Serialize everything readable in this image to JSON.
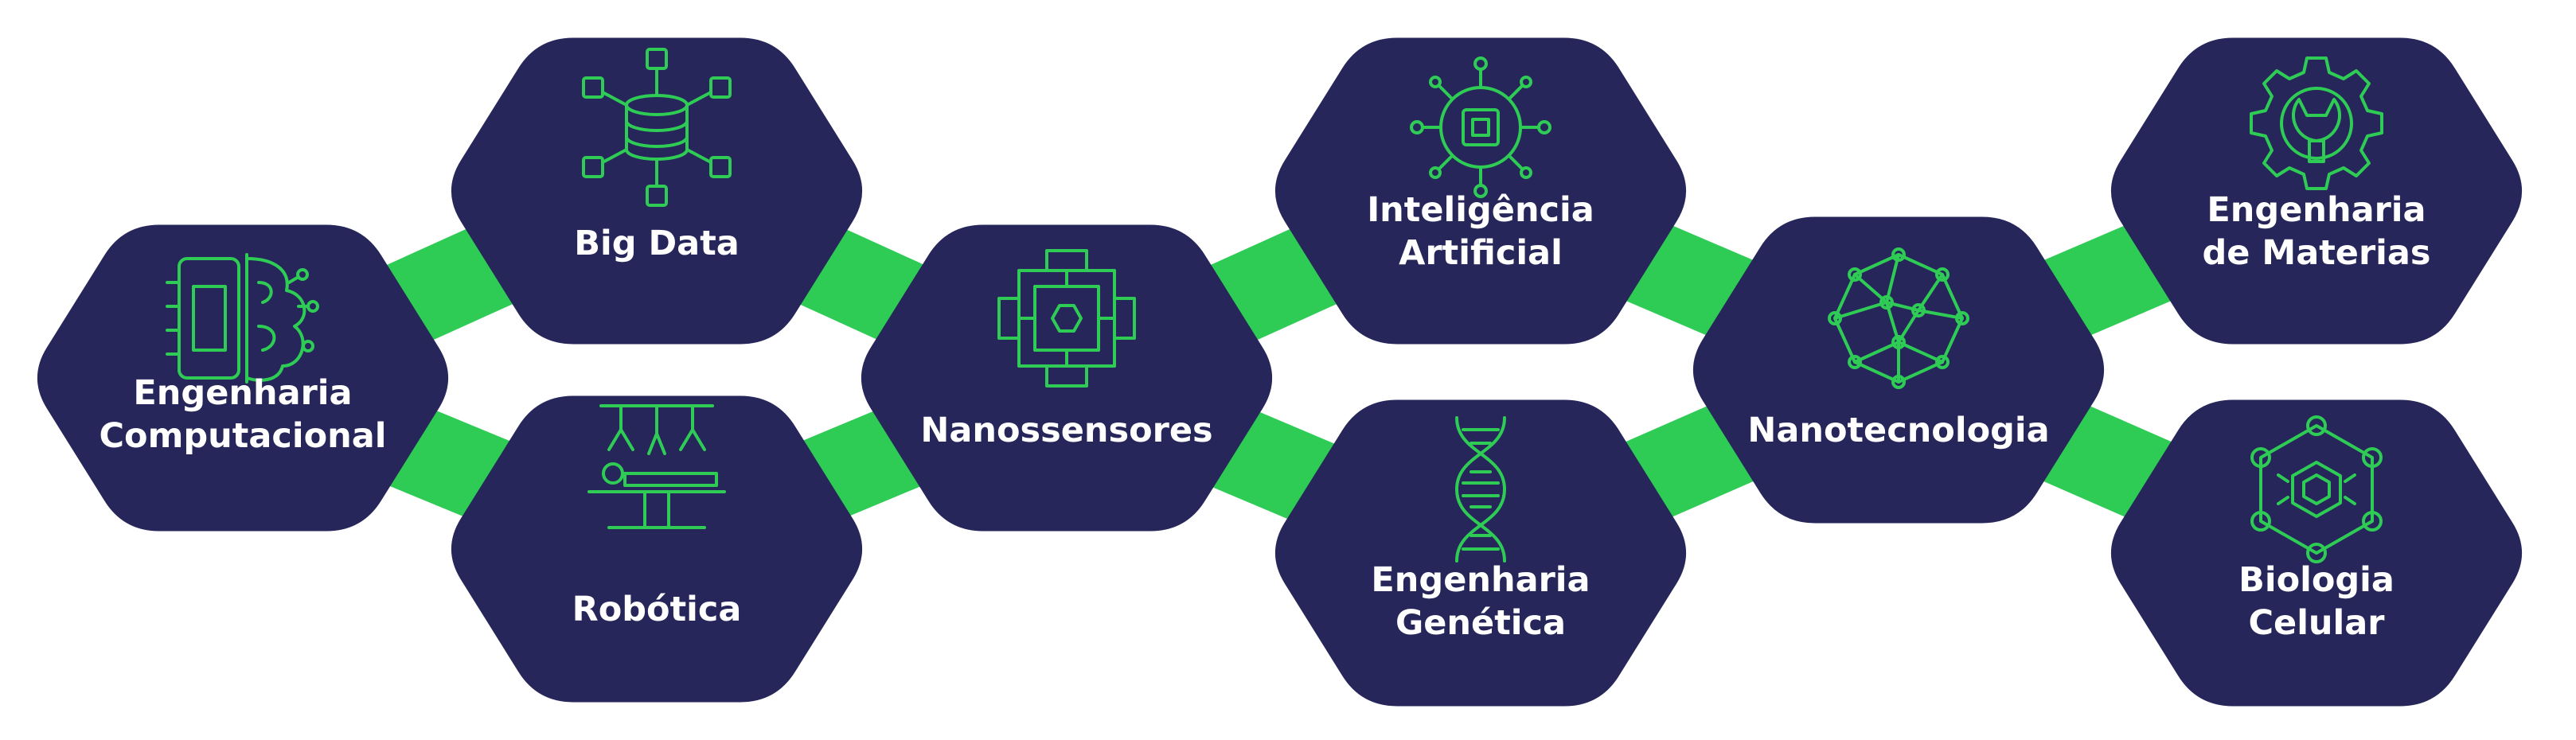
{
  "colors": {
    "hexagon": "#26265a",
    "accent": "#2ecc55",
    "text": "#ffffff",
    "background": "#ffffff"
  },
  "nodes": [
    {
      "id": "engenharia-computacional",
      "label_lines": [
        "Engenharia",
        "Computacional"
      ],
      "icon": "chip-brain-icon"
    },
    {
      "id": "big-data",
      "label_lines": [
        "Big Data"
      ],
      "icon": "database-network-icon"
    },
    {
      "id": "robotica",
      "label_lines": [
        "Robótica"
      ],
      "icon": "robotic-surgery-icon"
    },
    {
      "id": "nanossensores",
      "label_lines": [
        "Nanossensores"
      ],
      "icon": "nanosensor-grid-icon"
    },
    {
      "id": "inteligencia-artificial",
      "label_lines": [
        "Inteligência",
        "Artificial"
      ],
      "icon": "ai-chip-icon"
    },
    {
      "id": "engenharia-genetica",
      "label_lines": [
        "Engenharia",
        "Genética"
      ],
      "icon": "dna-icon"
    },
    {
      "id": "nanotecnologia",
      "label_lines": [
        "Nanotecnologia"
      ],
      "icon": "nano-network-sphere-icon"
    },
    {
      "id": "engenharia-de-materias",
      "label_lines": [
        "Engenharia",
        "de Materias"
      ],
      "icon": "gear-wrench-icon"
    },
    {
      "id": "biologia-celular",
      "label_lines": [
        "Biologia",
        "Celular"
      ],
      "icon": "cell-molecule-icon"
    }
  ]
}
